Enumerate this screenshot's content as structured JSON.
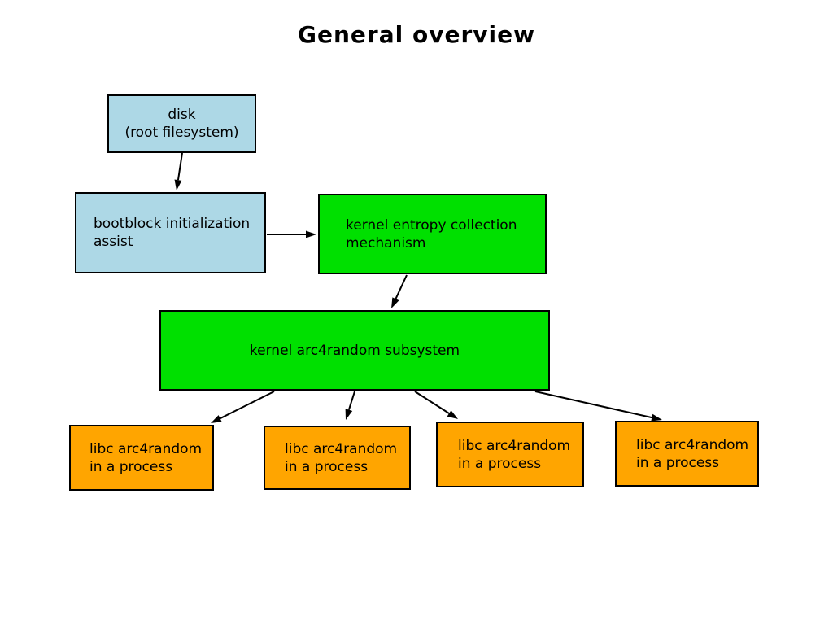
{
  "title": "General overview",
  "colors": {
    "disk_and_bootblock": "#add8e6",
    "kernel_boxes": "#00e000",
    "libc_boxes": "#ffa500",
    "border_and_arrows": "#000000",
    "background": "#ffffff"
  },
  "nodes": {
    "disk": {
      "line1": "disk",
      "line2": "(root filesystem)"
    },
    "bootblock": {
      "line1": "bootblock initialization",
      "line2": "assist"
    },
    "entropy": {
      "line1": "kernel entropy collection",
      "line2": "mechanism"
    },
    "arc4random": {
      "line1": "kernel arc4random subsystem"
    },
    "libc1": {
      "line1": "libc arc4random",
      "line2": "in a process"
    },
    "libc2": {
      "line1": "libc arc4random",
      "line2": "in a process"
    },
    "libc3": {
      "line1": "libc arc4random",
      "line2": "in a process"
    },
    "libc4": {
      "line1": "libc arc4random",
      "line2": "in a process"
    }
  }
}
